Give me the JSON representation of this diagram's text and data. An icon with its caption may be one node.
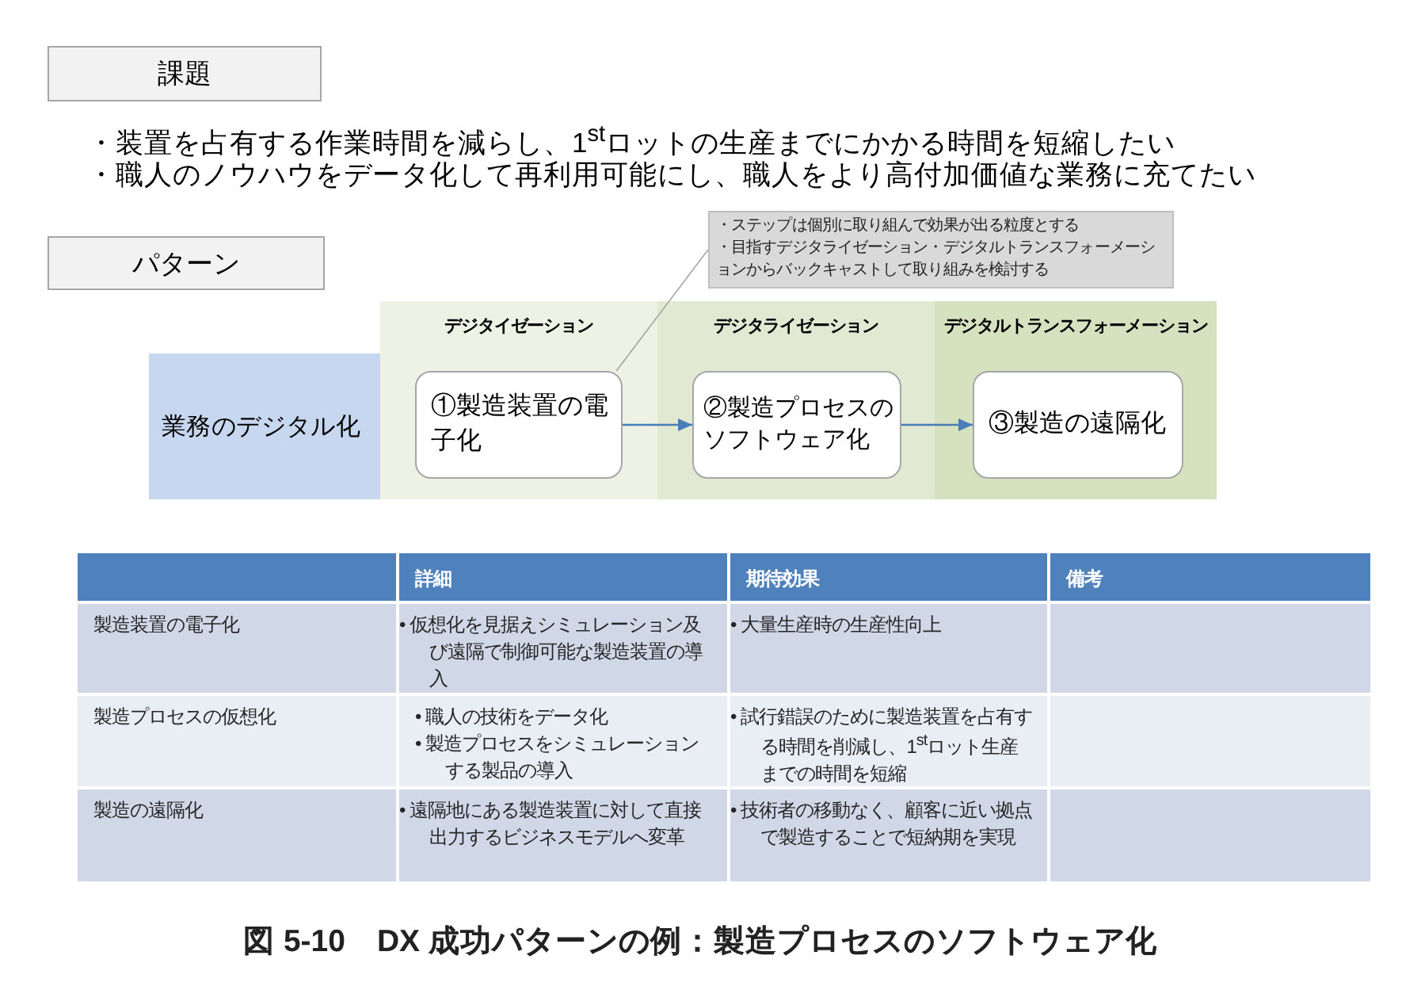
{
  "diagram": {
    "caption": "図 5-10　DX 成功パターンの例：製造プロセスのソフトウェア化",
    "nodes": [
      {
        "text": [
          "課題"
        ]
      },
      {
        "text": [
          "パターン"
        ]
      },
      {
        "text": [
          "・ステップは個別に取り組んで効果が出る粒度とする",
          "・目指すデジタライゼーション・デジタルトランスフォーメーションからバックキャストして取り組みを検討する"
        ]
      },
      {
        "text": [
          "業務のデジタル化"
        ]
      },
      {
        "text": [
          "デジタイゼーション"
        ]
      },
      {
        "text": [
          "デジタライゼーション"
        ]
      },
      {
        "text": [
          "デジタルトランスフォーメーション"
        ]
      },
      {
        "text": [
          "①製造装置の電子化"
        ],
        "in": 4
      },
      {
        "text": [
          "②製造プロセスのソフトウェア化"
        ],
        "in": 5
      },
      {
        "text": [
          "③製造の遠隔化"
        ],
        "in": 6
      }
    ],
    "edges": [
      {
        "from": 7,
        "to": 8,
        "arrow": "to"
      },
      {
        "from": 8,
        "to": 9,
        "arrow": "to"
      },
      {
        "from": 2,
        "to": 7,
        "arrow": "none",
        "color": "#a6a6a6"
      }
    ],
    "labels": [
      "・装置を占有する作業時間を減らし、1$^{st}$ロットの生産までにかかる時間を短縮したい",
      "・職人のノウハウをデータ化して再利用可能にし、職人をより高付加価値な業務に充てたい",
      "詳細",
      "期待効果",
      "備考",
      "製造装置の電子化",
      "•  仮想化を見据えシミュレーション及び遠隔で制御可能な製造装置の導入",
      "•  大量生産時の生産性向上",
      "製造プロセスの仮想化",
      "•  職人の技術をデータ化",
      "•  製造プロセスをシミュレーションする製品の導入",
      "•  試行錯誤のために製造装置を占有する時間を削減し、1$^{st}$ロット生産までの時間を短縮",
      "製造の遠隔化",
      "•  遠隔地にある製造装置に対して直接出力するビジネスモデルへ変革",
      "•  技術者の移動なく、顧客に近い拠点で製造することで短納期を実現"
    ]
  }
}
